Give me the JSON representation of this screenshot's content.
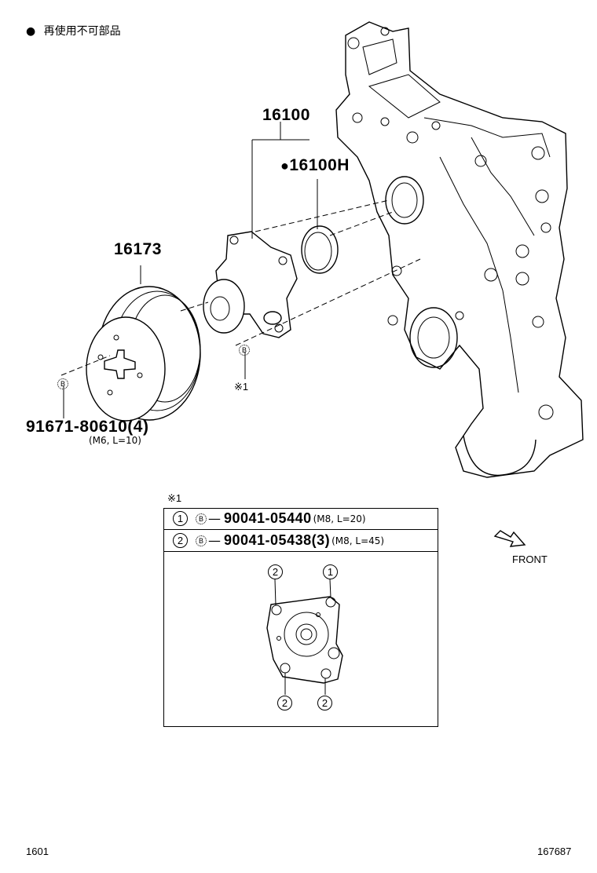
{
  "legend": {
    "bullet": "●",
    "text": "再使用不可部品"
  },
  "parts": {
    "p16100": "16100",
    "p16100h": "16100H",
    "p16173": "16173",
    "p91671": "91671-80610(4)",
    "p91671_spec": "(M6, L=10)",
    "bolt_marker": "B",
    "note_ref": "※1"
  },
  "table": {
    "title": "※1",
    "rows": [
      {
        "index": "1",
        "marker": "B",
        "part": "90041-05440",
        "spec": "(M8, L=20)"
      },
      {
        "index": "2",
        "marker": "B",
        "part": "90041-05438(3)",
        "spec": "(M8, L=45)"
      }
    ],
    "positions": [
      "2",
      "1",
      "2",
      "2"
    ]
  },
  "front_label": "FRONT",
  "footer": {
    "left": "1601",
    "right": "167687"
  }
}
